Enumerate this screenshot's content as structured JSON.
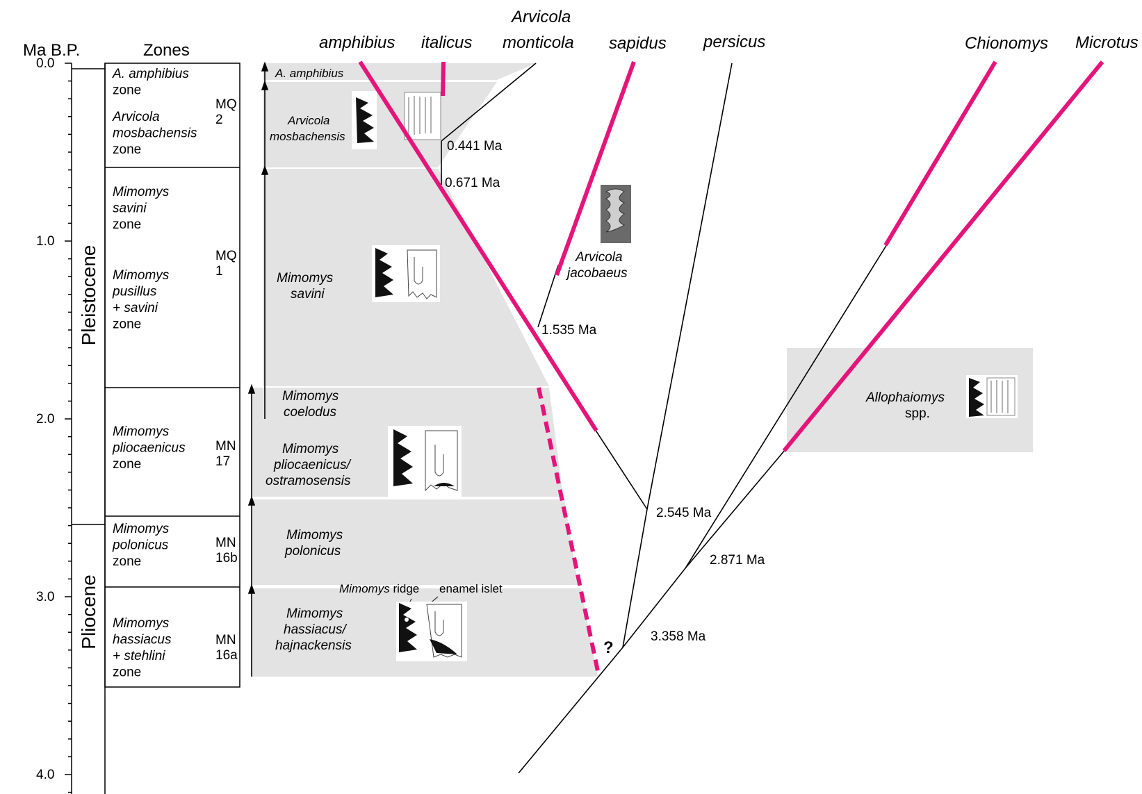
{
  "header": {
    "ma_label": "Ma B.P.",
    "zones_label": "Zones"
  },
  "time_axis": {
    "ticks": [
      "0.0",
      "1.0",
      "2.0",
      "3.0",
      "4.0"
    ]
  },
  "epochs": {
    "pleistocene": "Pleistocene",
    "pliocene": "Pliocene"
  },
  "zones": [
    {
      "lines": [
        "A. amphibius",
        "zone"
      ],
      "code": ""
    },
    {
      "lines": [
        "Arvicola",
        "mosbachensis",
        "zone"
      ],
      "code": "MQ\n2"
    },
    {
      "lines": [
        "Mimomys",
        "savini",
        "zone"
      ],
      "code": ""
    },
    {
      "lines": [
        "Mimomys",
        "pusillus",
        "+ savini",
        "zone"
      ],
      "code": "MQ\n1"
    },
    {
      "lines": [
        "Mimomys",
        "pliocaenicus",
        "zone"
      ],
      "code": "MN\n17"
    },
    {
      "lines": [
        "Mimomys",
        "polonicus",
        "zone"
      ],
      "code": "MN\n16b"
    },
    {
      "lines": [
        "Mimomys",
        "hassiacus",
        "+ stehlini",
        "zone"
      ],
      "code": "MN\n16a"
    }
  ],
  "zone_codes": {
    "mq2": [
      "MQ",
      "2"
    ],
    "mq1": [
      "MQ",
      "1"
    ],
    "mn17": [
      "MN",
      "17"
    ],
    "mn16b": [
      "MN",
      "16b"
    ],
    "mn16a": [
      "MN",
      "16a"
    ]
  },
  "lineage": {
    "a_amphibius": "A. amphibius",
    "a_mosbachensis": [
      "Arvicola",
      "mosbachensis"
    ],
    "m_savini": [
      "Mimomys",
      "savini"
    ],
    "m_coelodus": [
      "Mimomys",
      "coelodus"
    ],
    "m_pliocaenicus": [
      "Mimomys",
      "pliocaenicus/",
      "ostramosensis"
    ],
    "m_polonicus": [
      "Mimomys",
      "polonicus"
    ],
    "m_hassiacus": [
      "Mimomys",
      "hassiacus/",
      "hajnackensis"
    ],
    "ridge_note": "Mimomys",
    "ridge_note2": " ridge",
    "islet_note": "enamel islet"
  },
  "taxa": {
    "amphibius": "amphibius",
    "italicus": "italicus",
    "monticola_genus": "Arvicola",
    "monticola": "monticola",
    "sapidus": "sapidus",
    "persicus": "persicus",
    "chionomys": "Chionomys",
    "microtus": "Microtus"
  },
  "side_taxa": {
    "jacobaeus": [
      "Arvicola",
      "jacobaeus"
    ],
    "allophaiomys": [
      "Allophaiomys",
      "spp."
    ]
  },
  "divergences": {
    "d1": "0.441 Ma",
    "d2": "0.671 Ma",
    "d3": "1.535 Ma",
    "d4": "2.545 Ma",
    "d5": "2.871 Ma",
    "d6": "3.358 Ma",
    "uncertain": "?"
  },
  "colors": {
    "magenta": "#e4157a",
    "band": "#e3e3e3"
  }
}
